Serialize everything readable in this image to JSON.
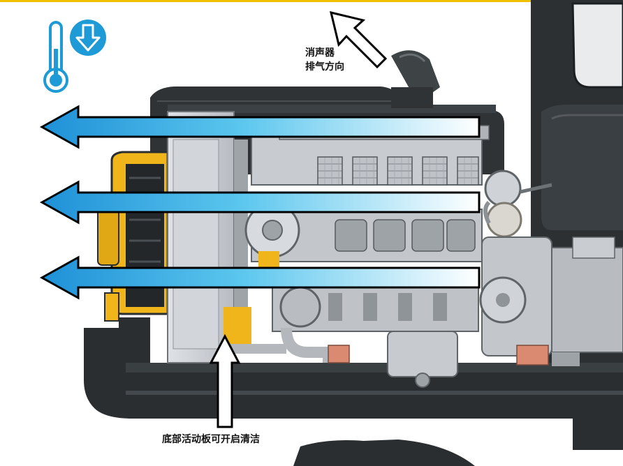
{
  "labels": {
    "exhaust_line1": "消声器",
    "exhaust_line2": "排气方向",
    "bottom_panel": "底部活动板可开启清洁"
  },
  "icons": {
    "temperature": "thermometer-icon",
    "down_arrow": "down-arrow-circle-icon"
  },
  "colors": {
    "accent_blue": "#1e9ad6",
    "top_rule": "#f0c000",
    "machine_dark": "#2f3336",
    "engine_metal": "#c9ccd0"
  },
  "airflow_arrows": [
    {
      "direction": "left"
    },
    {
      "direction": "left"
    },
    {
      "direction": "left"
    }
  ]
}
